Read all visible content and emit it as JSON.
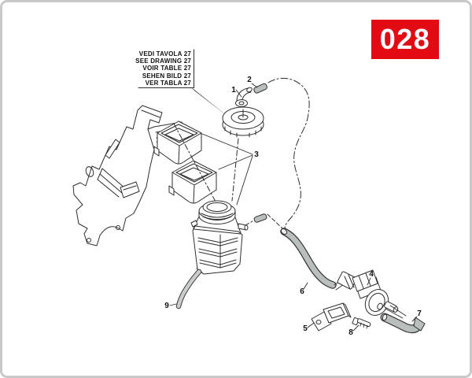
{
  "page": {
    "background": "#ffffff",
    "frame_color": "#c7c9cb"
  },
  "badge": {
    "text": "028",
    "background": "#e30b13",
    "text_color": "#ffffff"
  },
  "note_box": {
    "lines": [
      "VEDI TAVOLA 27",
      "SEE DRAWING 27",
      "VOIR TABLE 27",
      "SEHEN BILD 27",
      "VER TABLA 27"
    ]
  },
  "part_labels": [
    {
      "id": "1"
    },
    {
      "id": "2"
    },
    {
      "id": "3"
    },
    {
      "id": "4"
    },
    {
      "id": "5"
    },
    {
      "id": "6"
    },
    {
      "id": "7"
    },
    {
      "id": "8"
    },
    {
      "id": "9"
    }
  ],
  "colors": {
    "line": "#2e2e2e",
    "rubber_gray": "#b9bfbc",
    "hose_light_gray": "#c9cecc"
  }
}
